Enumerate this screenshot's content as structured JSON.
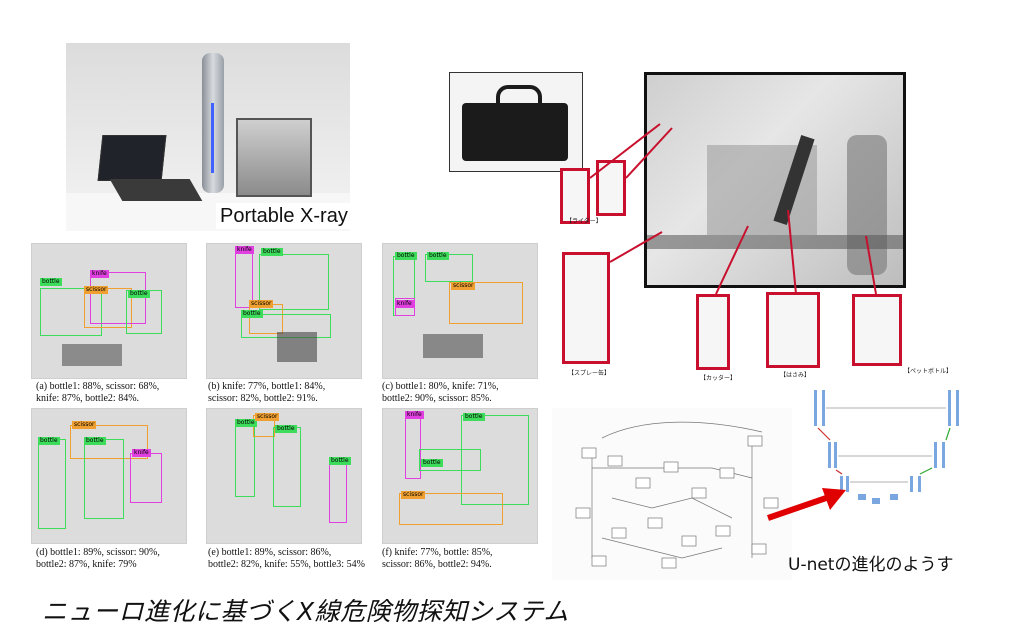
{
  "top_left": {
    "label": "Portable X-ray"
  },
  "detections": [
    {
      "id": "a",
      "caption_line1": "(a)  bottle1: 88%, scissor: 68%,",
      "caption_line2": "knife: 87%, bottle2: 84%.",
      "tags": [
        "bottle",
        "knife",
        "scissor",
        "bottle"
      ]
    },
    {
      "id": "b",
      "caption_line1": "(b)  knife: 77%, bottle1: 84%,",
      "caption_line2": "scissor: 82%, bottle2: 91%.",
      "tags": [
        "knife",
        "bottle",
        "scissor",
        "bottle"
      ]
    },
    {
      "id": "c",
      "caption_line1": "(c)  bottle1: 80%, knife: 71%,",
      "caption_line2": "bottle2: 90%, scissor: 85%.",
      "tags": [
        "bottle",
        "bottle",
        "knife",
        "scissor"
      ]
    },
    {
      "id": "d",
      "caption_line1": "(d)  bottle1: 89%, scissor: 90%,",
      "caption_line2": "bottle2: 87%, knife: 79%",
      "tags": [
        "bottle",
        "scissor",
        "bottle",
        "knife"
      ]
    },
    {
      "id": "e",
      "caption_line1": "(e)  bottle1: 89%, scissor: 86%,",
      "caption_line2": "bottle2: 82%, knife: 55%, bottle3: 54%",
      "tags": [
        "bottle",
        "scissor",
        "bottle",
        "bottle"
      ]
    },
    {
      "id": "f",
      "caption_line1": "(f)  knife: 77%, bottle: 85%,",
      "caption_line2": "scissor: 86%, bottle2: 94%.",
      "tags": [
        "knife",
        "bottle",
        "bottle",
        "scissor"
      ]
    }
  ],
  "items": {
    "lighter": "【ライター】",
    "spray": "【スプレー缶】",
    "cutter": "【カッター】",
    "scissors": "【はさみ】",
    "pet_bottle": "【ペットボトル】"
  },
  "unet": {
    "note": "U-netの進化のようす"
  },
  "title": "ニューロ進化に基づくX線危険物探知システム",
  "colors": {
    "red": "#c8102e",
    "green": "#3ddc5a",
    "magenta": "#e040e0",
    "orange": "#f0a030"
  }
}
